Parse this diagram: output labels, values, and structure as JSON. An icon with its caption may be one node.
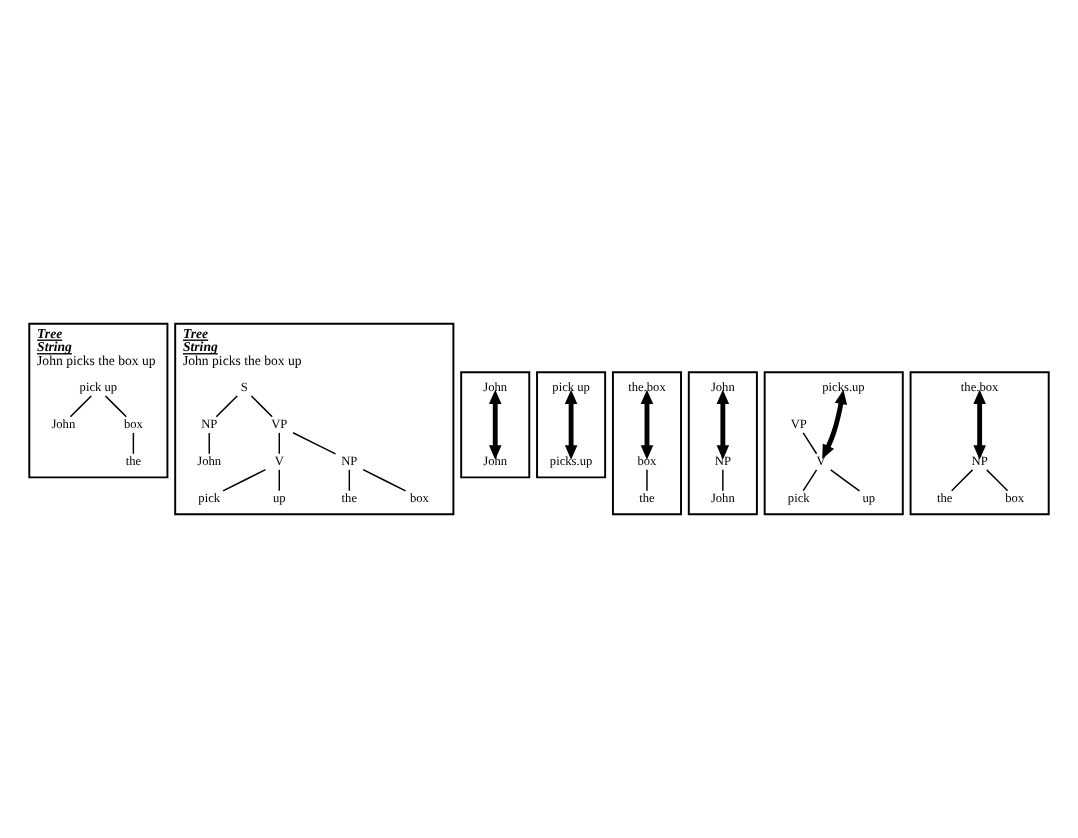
{
  "diagram": {
    "nodes": [
      {
        "text": [
          "Tree",
          "String",
          "John picks the box up"
        ]
      },
      {
        "text": [
          "pick up"
        ],
        "in": 0
      },
      {
        "text": [
          "John"
        ],
        "in": 0
      },
      {
        "text": [
          "box"
        ],
        "in": 0
      },
      {
        "text": [
          "the"
        ],
        "in": 0
      },
      {
        "text": [
          "Tree",
          "String",
          "John picks the box up"
        ]
      },
      {
        "text": [
          "S"
        ],
        "in": 5
      },
      {
        "text": [
          "NP"
        ],
        "in": 5
      },
      {
        "text": [
          "VP"
        ],
        "in": 5
      },
      {
        "text": [
          "John"
        ],
        "in": 5
      },
      {
        "text": [
          "V"
        ],
        "in": 5
      },
      {
        "text": [
          "NP"
        ],
        "in": 5
      },
      {
        "text": [
          "pick"
        ],
        "in": 5
      },
      {
        "text": [
          "up"
        ],
        "in": 5
      },
      {
        "text": [
          "the"
        ],
        "in": 5
      },
      {
        "text": [
          "box"
        ],
        "in": 5
      },
      {
        "text": [],
        "shape": "box"
      },
      {
        "text": [
          "John"
        ],
        "in": 16
      },
      {
        "text": [
          "John"
        ],
        "in": 16
      },
      {
        "text": [],
        "shape": "box"
      },
      {
        "text": [
          "pick up"
        ],
        "in": 19
      },
      {
        "text": [
          "picks.up"
        ],
        "in": 19
      },
      {
        "text": [],
        "shape": "box"
      },
      {
        "text": [
          "the.box"
        ],
        "in": 22
      },
      {
        "text": [
          "box"
        ],
        "in": 22
      },
      {
        "text": [
          "the"
        ],
        "in": 22
      },
      {
        "text": [],
        "shape": "box"
      },
      {
        "text": [
          "John"
        ],
        "in": 26
      },
      {
        "text": [
          "NP"
        ],
        "in": 26
      },
      {
        "text": [
          "John"
        ],
        "in": 26
      },
      {
        "text": [],
        "shape": "box"
      },
      {
        "text": [
          "picks.up"
        ],
        "in": 30
      },
      {
        "text": [
          "VP"
        ],
        "in": 30
      },
      {
        "text": [
          "V"
        ],
        "in": 30
      },
      {
        "text": [
          "pick"
        ],
        "in": 30
      },
      {
        "text": [
          "up"
        ],
        "in": 30
      },
      {
        "text": [],
        "shape": "box"
      },
      {
        "text": [
          "the.box"
        ],
        "in": 36
      },
      {
        "text": [
          "NP"
        ],
        "in": 36
      },
      {
        "text": [
          "the"
        ],
        "in": 36
      },
      {
        "text": [
          "box"
        ],
        "in": 36
      }
    ],
    "edges": [
      {
        "from": 1,
        "to": 2,
        "arrow": "none"
      },
      {
        "from": 1,
        "to": 3,
        "arrow": "none"
      },
      {
        "from": 3,
        "to": 4,
        "arrow": "none"
      },
      {
        "from": 6,
        "to": 7,
        "arrow": "none"
      },
      {
        "from": 6,
        "to": 8,
        "arrow": "none"
      },
      {
        "from": 7,
        "to": 9,
        "arrow": "none"
      },
      {
        "from": 8,
        "to": 10,
        "arrow": "none"
      },
      {
        "from": 8,
        "to": 11,
        "arrow": "none"
      },
      {
        "from": 10,
        "to": 12,
        "arrow": "none"
      },
      {
        "from": 10,
        "to": 13,
        "arrow": "none"
      },
      {
        "from": 11,
        "to": 14,
        "arrow": "none"
      },
      {
        "from": 11,
        "to": 15,
        "arrow": "none"
      },
      {
        "from": 17,
        "to": 18,
        "arrow": "both",
        "style": "thick"
      },
      {
        "from": 20,
        "to": 21,
        "arrow": "both",
        "style": "thick"
      },
      {
        "from": 23,
        "to": 24,
        "arrow": "both",
        "style": "thick"
      },
      {
        "from": 24,
        "to": 25,
        "arrow": "none"
      },
      {
        "from": 27,
        "to": 28,
        "arrow": "both",
        "style": "thick"
      },
      {
        "from": 28,
        "to": 29,
        "arrow": "none"
      },
      {
        "from": 31,
        "to": 33,
        "arrow": "both",
        "style": "thick"
      },
      {
        "from": 32,
        "to": 33,
        "arrow": "none"
      },
      {
        "from": 33,
        "to": 34,
        "arrow": "none"
      },
      {
        "from": 33,
        "to": 35,
        "arrow": "none"
      },
      {
        "from": 37,
        "to": 38,
        "arrow": "both",
        "style": "thick"
      },
      {
        "from": 38,
        "to": 39,
        "arrow": "none"
      },
      {
        "from": 38,
        "to": 40,
        "arrow": "none"
      }
    ]
  }
}
